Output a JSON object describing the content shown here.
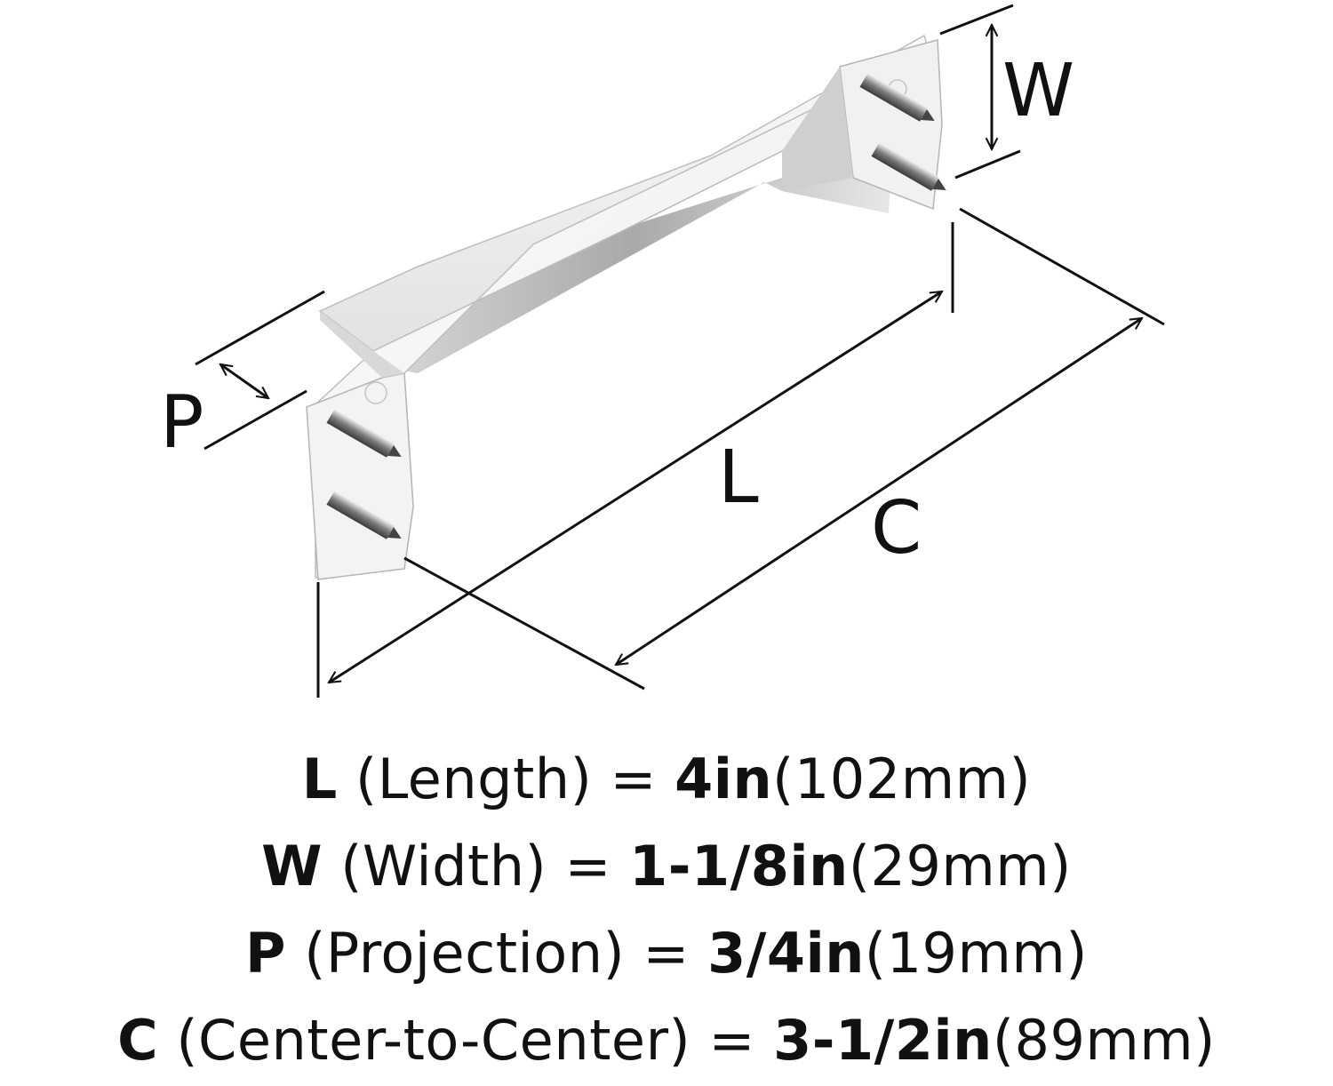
{
  "diagram": {
    "dimension_letters": {
      "width": "W",
      "projection": "P",
      "length": "L",
      "center": "C"
    }
  },
  "specs": [
    {
      "letter": "L",
      "name": "(Length) =",
      "imperial": "4in",
      "metric": "(102mm)"
    },
    {
      "letter": "W",
      "name": "(Width) =",
      "imperial": "1-1/8in",
      "metric": "(29mm)"
    },
    {
      "letter": "P",
      "name": "(Projection) =",
      "imperial": "3/4in",
      "metric": "(19mm)"
    },
    {
      "letter": "C",
      "name": "(Center-to-Center) =",
      "imperial": "3-1/2in",
      "metric": "(89mm)"
    }
  ],
  "colors": {
    "line": "#111111",
    "chrome_light": "#f4f4f4",
    "chrome_mid": "#cfcfcf",
    "chrome_dark": "#8a8a8a"
  }
}
